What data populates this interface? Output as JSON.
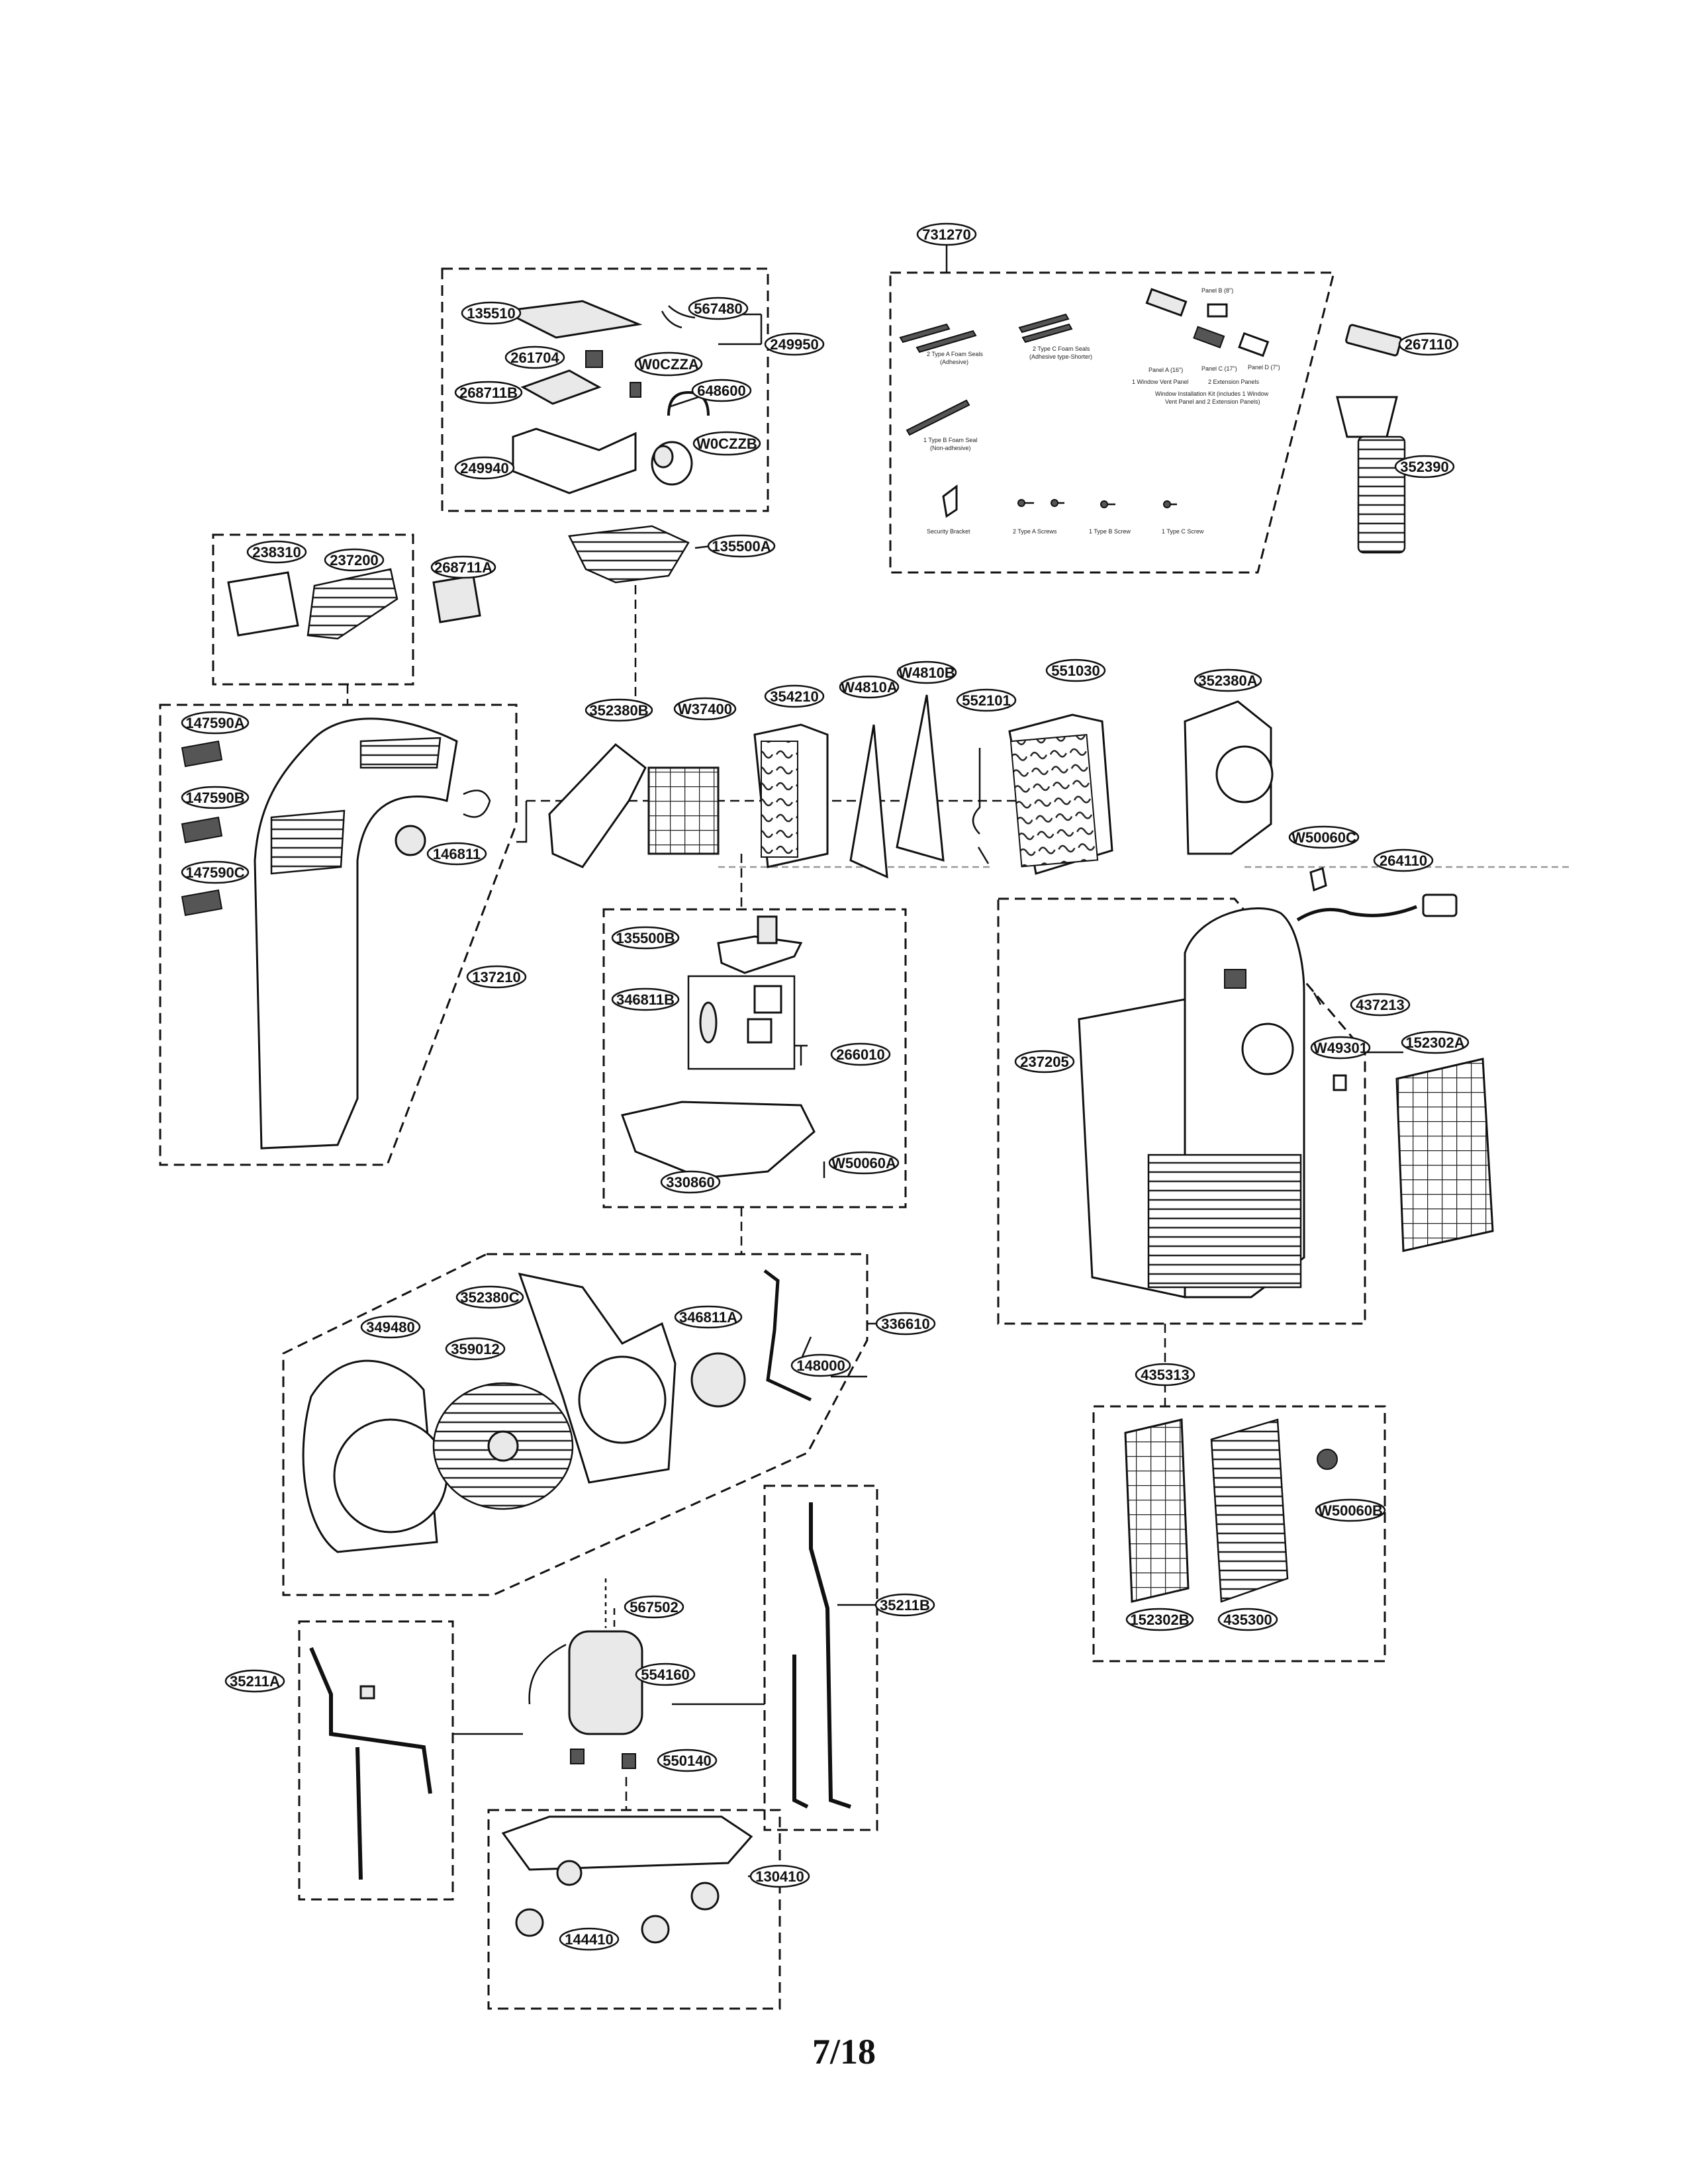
{
  "page_number": "7/18",
  "part_labels": {
    "p731270": "731270",
    "p135510": "135510",
    "p567480": "567480",
    "p249950": "249950",
    "p261704": "261704",
    "pW0CZZA": "W0CZZA",
    "p268711B": "268711B",
    "p648600": "648600",
    "p249940": "249940",
    "pW0CZZB": "W0CZZB",
    "p267110": "267110",
    "p352390": "352390",
    "p238310": "238310",
    "p237200": "237200",
    "p268711A": "268711A",
    "p135500A": "135500A",
    "p147590A": "147590A",
    "p147590B": "147590B",
    "p147590C": "147590C",
    "p146811": "146811",
    "p137210": "137210",
    "p352380B": "352380B",
    "pW37400": "W37400",
    "p354210": "354210",
    "pW4810A": "W4810A",
    "pW4810B": "W4810B",
    "p552101": "552101",
    "p551030": "551030",
    "p352380A": "352380A",
    "pW50060C": "W50060C",
    "p264110": "264110",
    "p135500B": "135500B",
    "p346811B": "346811B",
    "p266010": "266010",
    "p330860": "330860",
    "pW50060A": "W50060A",
    "p437213": "437213",
    "p237205": "237205",
    "pW49301": "W49301",
    "p152302A": "152302A",
    "p352380C": "352380C",
    "p349480": "349480",
    "p359012": "359012",
    "p346811A": "346811A",
    "p336610": "336610",
    "p148000": "148000",
    "p435313": "435313",
    "pW50060B": "W50060B",
    "p152302B": "152302B",
    "p435300": "435300",
    "p567502": "567502",
    "p352118": "35211B",
    "p35211A": "35211A",
    "p554160": "554160",
    "p550140": "550140",
    "p130410": "130410",
    "p144410": "144410"
  },
  "kit_text": {
    "type_a_foam": "2 Type A Foam Seals",
    "type_a_foam_sub": "(Adhesive)",
    "type_c_foam": "2 Type C Foam Seals",
    "type_c_foam_sub": "(Adhesive type-Shorter)",
    "type_b_foam": "1 Type B Foam Seal",
    "type_b_foam_sub": "(Non-adhesive)",
    "panel_b": "Panel B (8\")",
    "panel_a": "Panel A (16\")",
    "panel_c": "Panel C (17\")",
    "panel_d": "Panel D (7\")",
    "window_vent_panel": "1 Window Vent Panel",
    "extension_panels": "2 Extension Panels",
    "install_kit_1": "Window Installation Kit (includes 1 Window",
    "install_kit_2": "Vent Panel and 2 Extension Panels)",
    "security_bracket": "Security Bracket",
    "type_a_screws": "2 Type A Screws",
    "type_b_screw": "1 Type B Screw",
    "type_c_screw": "1 Type C Screw"
  }
}
